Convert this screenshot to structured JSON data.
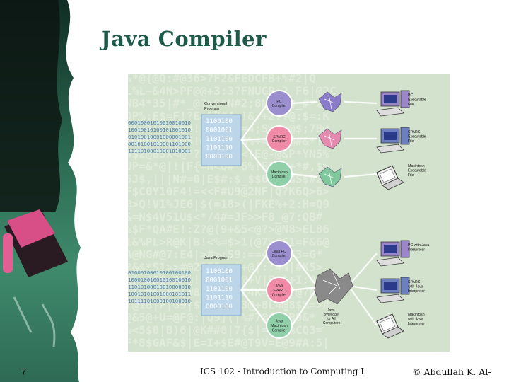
{
  "slide": {
    "title": "Java Compiler",
    "number": "7",
    "footer_course": "ICS 102 - Introduction to Computing I",
    "footer_copyright": "© Abdullah K. Al-"
  },
  "figure": {
    "background_strings": [
      "&*@{@Q:#@36>?F2&FEDCFB+%#2|Q",
      "L%L~&4N>PF@@+3:3?FNUGR+2 F6|@2C",
      "NB4*35|#*_@?>@*N#2;8NB&>Q_#*2B5",
      "QP%:E$=F!?E=F?#4:!&.+2:+@:$=:K",
      "S|=4!$>F@4!9<S|&3=4;S%<;@$;7B@",
      "#@0Q&6$|N5!@5!F5P&%+=?+=@#&*!",
      "4$2@BSX<@*?2&R!2=<(E@-@&P*YN5%",
      "UP=&*@|!|F{=N<Q#*6%!E3&_+*#,$>",
      "6J$,|||N#=0|E$#:$_$$6%@7GS$#2|",
      "F$C0Y10F4!=<<F#U9@2NF|Q?K6Q>6>",
      "@>Q!V1%JE6|$(=18>(|FKE%+2:H=Q9",
      "&=N$4V51U$<*/4#=JF>>F8_@7:QB#",
      "%$F*QA#E!:Z?@(9+&5<@?>@N8>EL86",
      "1&%PL>R@K|B!<%=$>1(@7%#G1=F&6@",
      "A@NG#@7:E4|>#>;S9:==4=@%F3=G*",
      "@&$*S1>>#@2&F5>_$+@|::4N|#K5>",
      "N{=J5$+@F@!P>#P$#@+V|E@!+I:4C",
      "C1=#F@N#(W8B?(F=$Z4K=&:>!@?6H",
      "T@1B|F|G9|$%Z+|#T3@+8L4@8$%=>#",
      "@&5@+U=@F@:|Q9}(|%#7@$YAB9&*",
      "%<5$0|B)6|@K##8|7{$|=4B9%CQ3=",
      "F*8$GAF&$|E=I+$E#@T9V=E@9#A:5|"
    ],
    "binary_block": [
      "1100100",
      "0001001",
      "1101100",
      "1101110",
      "0000100"
    ],
    "binary_stream_top": [
      "00010001010010010010",
      "10010010100101001010",
      "01010010001000001001",
      "00101001010001101000",
      "11110100010001010001"
    ],
    "binary_stream_bottom": [
      "01000100010100100100",
      "10001001001010010010",
      "11010100010010000010",
      "10010101001000101011",
      "10111101000100100010"
    ],
    "conventional_program_label": [
      "Conventional",
      "Program"
    ],
    "java_program_label": "Java Program",
    "compilers_top": [
      {
        "lines": [
          "PC",
          "Compiler"
        ],
        "color": "#9b8fcf"
      },
      {
        "lines": [
          "SPARC",
          "Compiler"
        ],
        "color": "#f08aa6"
      },
      {
        "lines": [
          "Macintosh",
          "Compiler"
        ],
        "color": "#8fd0a8"
      }
    ],
    "compilers_bottom": [
      {
        "lines": [
          "Java PC",
          "Compiler"
        ],
        "color": "#9b8fcf"
      },
      {
        "lines": [
          "Java",
          "SPARC",
          "Compiler"
        ],
        "color": "#f08aa6"
      },
      {
        "lines": [
          "Java",
          "Macintosh",
          "Compiler"
        ],
        "color": "#8fd0a8"
      }
    ],
    "outputs_top": [
      {
        "lines": [
          "PC",
          "Executable",
          "File"
        ]
      },
      {
        "lines": [
          "SPARC",
          "Executable",
          "File"
        ]
      },
      {
        "lines": [
          "Macintosh",
          "Executable",
          "File"
        ]
      }
    ],
    "outputs_bottom": [
      {
        "lines": [
          "PC with Java",
          "Interpreter"
        ]
      },
      {
        "lines": [
          "SPARC",
          "with Java",
          "Interpreter"
        ]
      },
      {
        "lines": [
          "Macintosh",
          "with Java",
          "Interpreter"
        ]
      }
    ],
    "bytecode_label": [
      "Java",
      "Bytecode",
      "for All",
      "Computers"
    ],
    "colors": {
      "pc": "#8a7ccb",
      "sparc": "#e58aae",
      "mac": "#7fc99c",
      "background": "#d3e2cc",
      "bytecode": "#8a8a8a"
    }
  }
}
